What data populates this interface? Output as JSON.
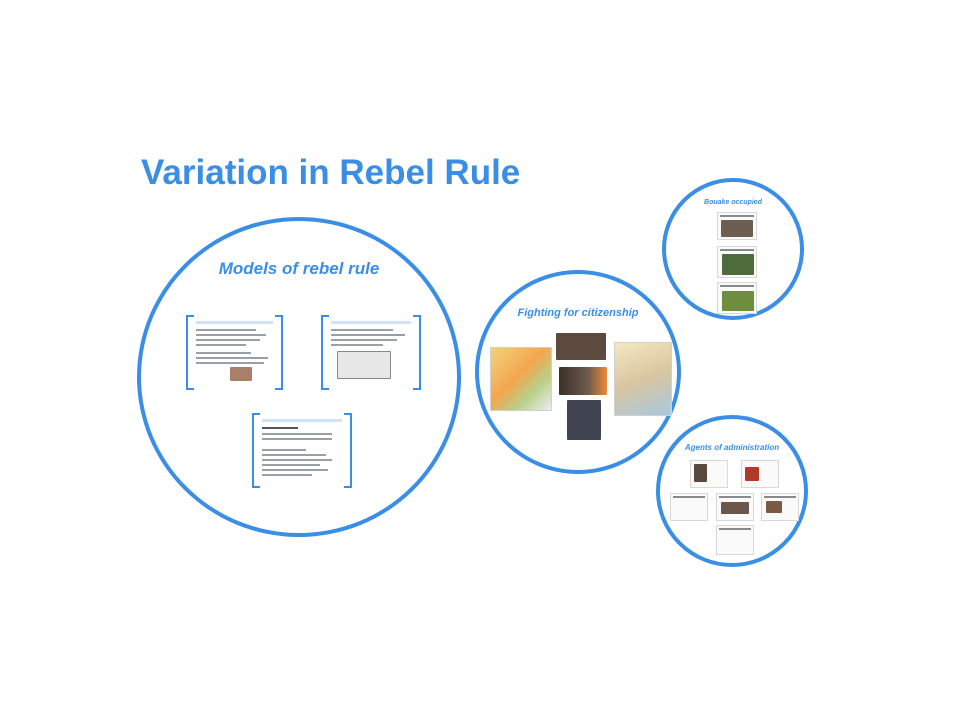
{
  "title": "Variation in Rebel Rule",
  "colors": {
    "accent": "#3a8ee6"
  },
  "circles": {
    "models": {
      "heading": "Models of rebel rule"
    },
    "citizenship": {
      "heading": "Fighting for citizenship"
    },
    "bouake": {
      "heading": "Bouake occupied"
    },
    "agents": {
      "heading": "Agents of administration"
    }
  }
}
